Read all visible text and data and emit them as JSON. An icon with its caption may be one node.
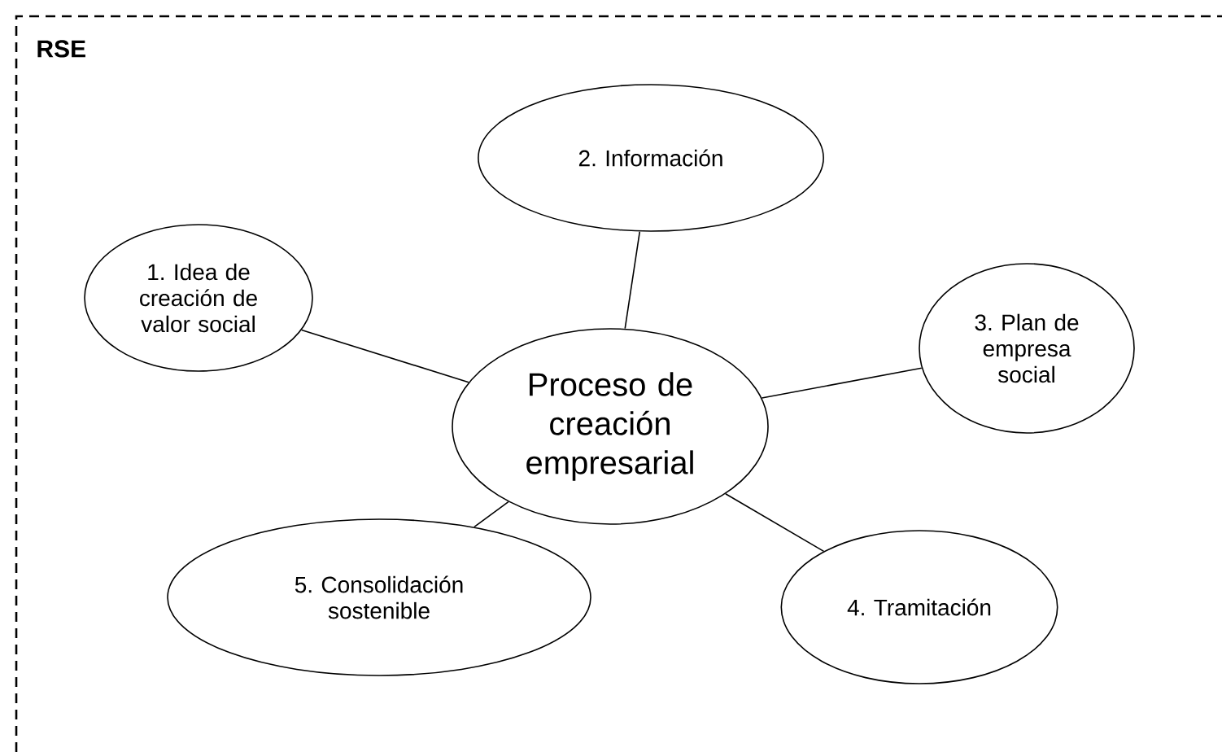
{
  "diagram": {
    "nodes": [
      {
        "text": [
          "RSE"
        ]
      },
      {
        "text": [
          "Proceso de creación empresarial"
        ],
        "in": 0
      },
      {
        "text": [
          "1. Idea de creación de valor social"
        ],
        "in": 0
      },
      {
        "text": [
          "2. Información"
        ],
        "in": 0
      },
      {
        "text": [
          "3. Plan de empresa social"
        ],
        "in": 0
      },
      {
        "text": [
          "4. Tramitación"
        ],
        "in": 0
      },
      {
        "text": [
          "5. Consolidación sostenible"
        ],
        "in": 0
      }
    ],
    "edges": [
      {
        "from": 1,
        "to": 2,
        "arrow": "none"
      },
      {
        "from": 1,
        "to": 3,
        "arrow": "none"
      },
      {
        "from": 1,
        "to": 4,
        "arrow": "none"
      },
      {
        "from": 1,
        "to": 5,
        "arrow": "none"
      },
      {
        "from": 1,
        "to": 6,
        "arrow": "none"
      }
    ]
  }
}
